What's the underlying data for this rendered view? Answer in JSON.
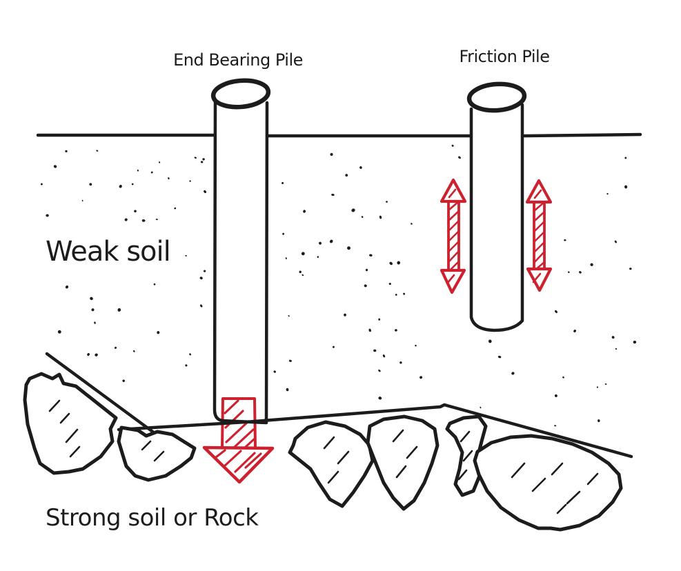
{
  "diagram": {
    "labels": {
      "end_bearing_pile": "End Bearing Pile",
      "friction_pile": "Friction Pile",
      "weak_soil": "Weak soil",
      "strong_soil": "Strong soil or Rock"
    },
    "colors": {
      "ink": "#1c1c1c",
      "accent_red": "#ce2130",
      "background": "#ffffff"
    }
  }
}
